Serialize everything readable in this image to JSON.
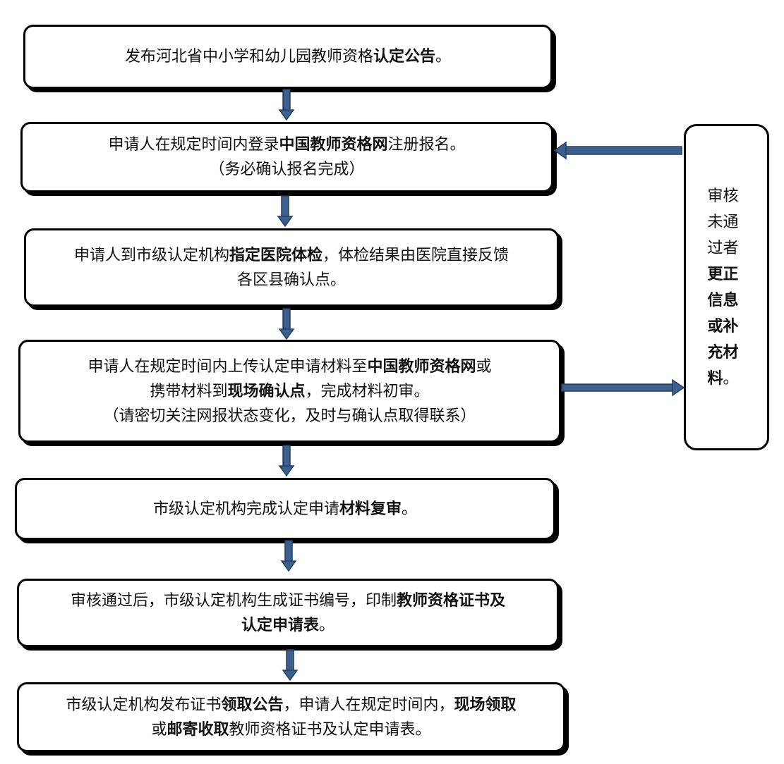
{
  "steps": [
    {
      "lines": [
        [
          {
            "t": "发布河北省中小学和幼儿园教师资格"
          },
          {
            "t": "认定公告",
            "b": true
          },
          {
            "t": "。"
          }
        ]
      ]
    },
    {
      "lines": [
        [
          {
            "t": "申请人在规定时间内登录"
          },
          {
            "t": "中国教师资格网",
            "b": true
          },
          {
            "t": "注册报名。"
          }
        ],
        [
          {
            "t": "（务必确认报名完成）"
          }
        ]
      ]
    },
    {
      "lines": [
        [
          {
            "t": "申请人到市级认定机构"
          },
          {
            "t": "指定医院体检",
            "b": true
          },
          {
            "t": "，体检结果由医院直接反馈"
          }
        ],
        [
          {
            "t": "各区县确认点。"
          }
        ]
      ]
    },
    {
      "lines": [
        [
          {
            "t": "申请人在规定时间内上传认定申请材料至"
          },
          {
            "t": "中国教师资格网",
            "b": true
          },
          {
            "t": "或"
          }
        ],
        [
          {
            "t": "携带材料到"
          },
          {
            "t": "现场确认点",
            "b": true
          },
          {
            "t": "，完成材料初审。"
          }
        ],
        [
          {
            "t": "（请密切关注网报状态变化，及时与确认点取得联系）"
          }
        ]
      ]
    },
    {
      "lines": [
        [
          {
            "t": "市级认定机构完成认定申请"
          },
          {
            "t": "材料复审",
            "b": true
          },
          {
            "t": "。"
          }
        ]
      ]
    },
    {
      "lines": [
        [
          {
            "t": "审核通过后，市级认定机构生成证书编号，印制"
          },
          {
            "t": "教师资格证书及",
            "b": true
          }
        ],
        [
          {
            "t": "认定申请表",
            "b": true
          },
          {
            "t": "。"
          }
        ]
      ]
    },
    {
      "lines": [
        [
          {
            "t": "市级认定机构发布证书"
          },
          {
            "t": "领取公告",
            "b": true
          },
          {
            "t": "，申请人在规定时间内，"
          },
          {
            "t": "现场领取",
            "b": true
          }
        ],
        [
          {
            "t": "或"
          },
          {
            "t": "邮寄收取",
            "b": true
          },
          {
            "t": "教师资格证书及认定申请表。"
          }
        ]
      ]
    }
  ],
  "side_box": {
    "lines": [
      [
        {
          "t": "审核"
        }
      ],
      [
        {
          "t": "未通"
        }
      ],
      [
        {
          "t": "过者"
        }
      ],
      [
        {
          "t": "更正",
          "b": true
        }
      ],
      [
        {
          "t": "信息",
          "b": true
        }
      ],
      [
        {
          "t": "或补",
          "b": true
        }
      ],
      [
        {
          "t": "充材",
          "b": true
        }
      ],
      [
        {
          "t": "料",
          "b": true
        },
        {
          "t": "。"
        }
      ]
    ]
  },
  "colors": {
    "arrow_fill": "#3d5f8c",
    "arrow_stroke": "#203f66"
  }
}
